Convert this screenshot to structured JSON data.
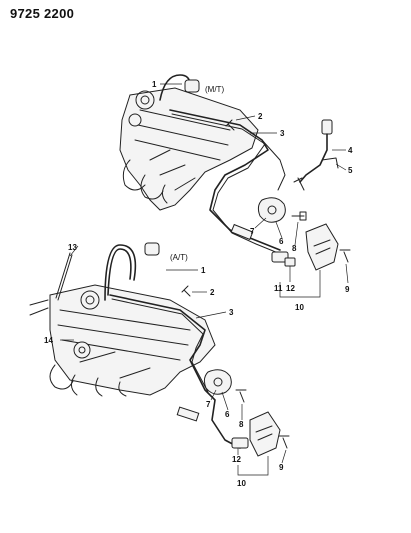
{
  "document": {
    "id": "9725 2200"
  },
  "variants": {
    "manual": "(M/T)",
    "automatic": "(A/T)"
  },
  "callouts": {
    "top": [
      "1",
      "2",
      "3",
      "4",
      "5",
      "6",
      "7",
      "8",
      "9",
      "10",
      "11",
      "12"
    ],
    "bottom": [
      "13",
      "14",
      "1",
      "2",
      "3",
      "7",
      "6",
      "8",
      "9",
      "10",
      "12"
    ]
  }
}
